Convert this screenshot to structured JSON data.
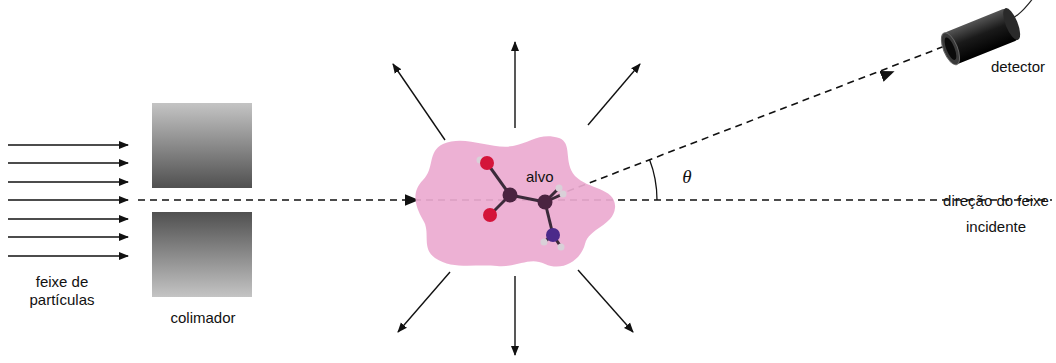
{
  "diagram": {
    "nodes": [
      {
        "text": [
          "alvo"
        ]
      }
    ],
    "edges": [],
    "labels": [
      "feixe de partículas",
      "colimador",
      "θ",
      "direção do feixe incidente",
      "detector"
    ]
  }
}
